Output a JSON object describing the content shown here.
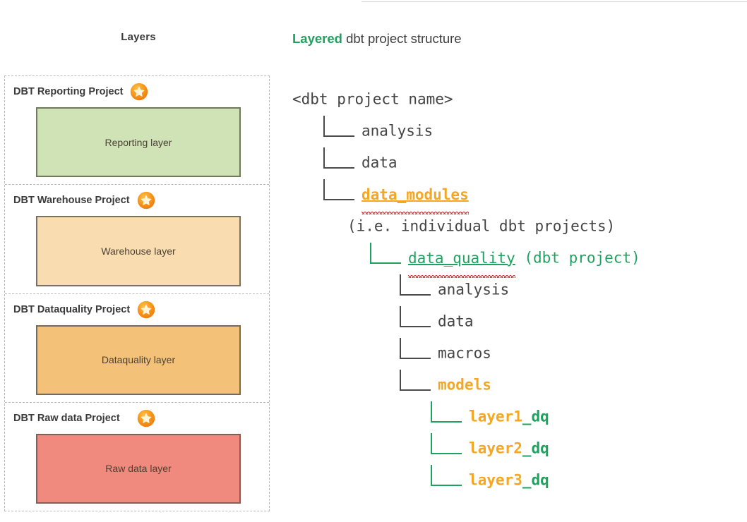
{
  "top_rule": true,
  "left_panel": {
    "heading": "Layers",
    "projects": [
      {
        "title": "DBT Reporting Project",
        "badge": "star-badge",
        "layer_label": "Reporting layer",
        "layer_color": "#cfe3b7"
      },
      {
        "title": "DBT Warehouse Project",
        "badge": "star-badge",
        "layer_label": "Warehouse layer",
        "layer_color": "#fadcb1"
      },
      {
        "title": "DBT Dataquality Project",
        "badge": "star-badge",
        "layer_label": "Dataquality layer",
        "layer_color": "#f4c179"
      },
      {
        "title": "DBT Raw data Project",
        "badge": "star-badge",
        "layer_label": "Raw data layer",
        "layer_color": "#f0897e"
      }
    ]
  },
  "right_panel": {
    "title_highlight": "Layered",
    "title_rest": " dbt project structure",
    "tree": {
      "root": "<dbt project name>",
      "rows": [
        {
          "label": "analysis",
          "connector": "elbow",
          "connector_color": "#4a4a4a",
          "indent": 1,
          "style": "grey"
        },
        {
          "label": "data",
          "connector": "elbow",
          "connector_color": "#4a4a4a",
          "indent": 1,
          "style": "grey"
        },
        {
          "label": "data_modules",
          "connector": "elbow",
          "connector_color": "#4a4a4a",
          "indent": 1,
          "style": "orange-squiggle"
        },
        {
          "label": "(i.e. individual dbt projects)",
          "connector": "none",
          "indent": 2,
          "style": "grey"
        },
        {
          "label": "data_quality",
          "suffix": " (dbt project)",
          "connector": "elbow",
          "connector_color": "#1fa25e",
          "indent": 3,
          "style": "green-squiggle"
        },
        {
          "label": "analysis",
          "connector": "elbow",
          "connector_color": "#4a4a4a",
          "indent": 4,
          "style": "grey"
        },
        {
          "label": "data",
          "connector": "elbow",
          "connector_color": "#4a4a4a",
          "indent": 4,
          "style": "grey"
        },
        {
          "label": "macros",
          "connector": "elbow",
          "connector_color": "#4a4a4a",
          "indent": 4,
          "style": "grey"
        },
        {
          "label": "models",
          "connector": "elbow",
          "connector_color": "#4a4a4a",
          "indent": 4,
          "style": "orange"
        },
        {
          "label": "layer1",
          "suffix": "_dq",
          "connector": "elbow",
          "connector_color": "#1fa25e",
          "indent": 5,
          "style": "orange-green"
        },
        {
          "label": "layer2",
          "suffix": "_dq",
          "connector": "elbow",
          "connector_color": "#1fa25e",
          "indent": 5,
          "style": "orange-green"
        },
        {
          "label": "layer3",
          "suffix": "_dq",
          "connector": "elbow",
          "connector_color": "#1fa25e",
          "indent": 5,
          "style": "orange-green"
        }
      ]
    }
  },
  "colors": {
    "accent_green": "#1fa25e",
    "accent_orange": "#f5a623",
    "text_grey": "#444444",
    "squiggle_red": "#d62b2b",
    "dashed_border": "#b9b9b9"
  }
}
